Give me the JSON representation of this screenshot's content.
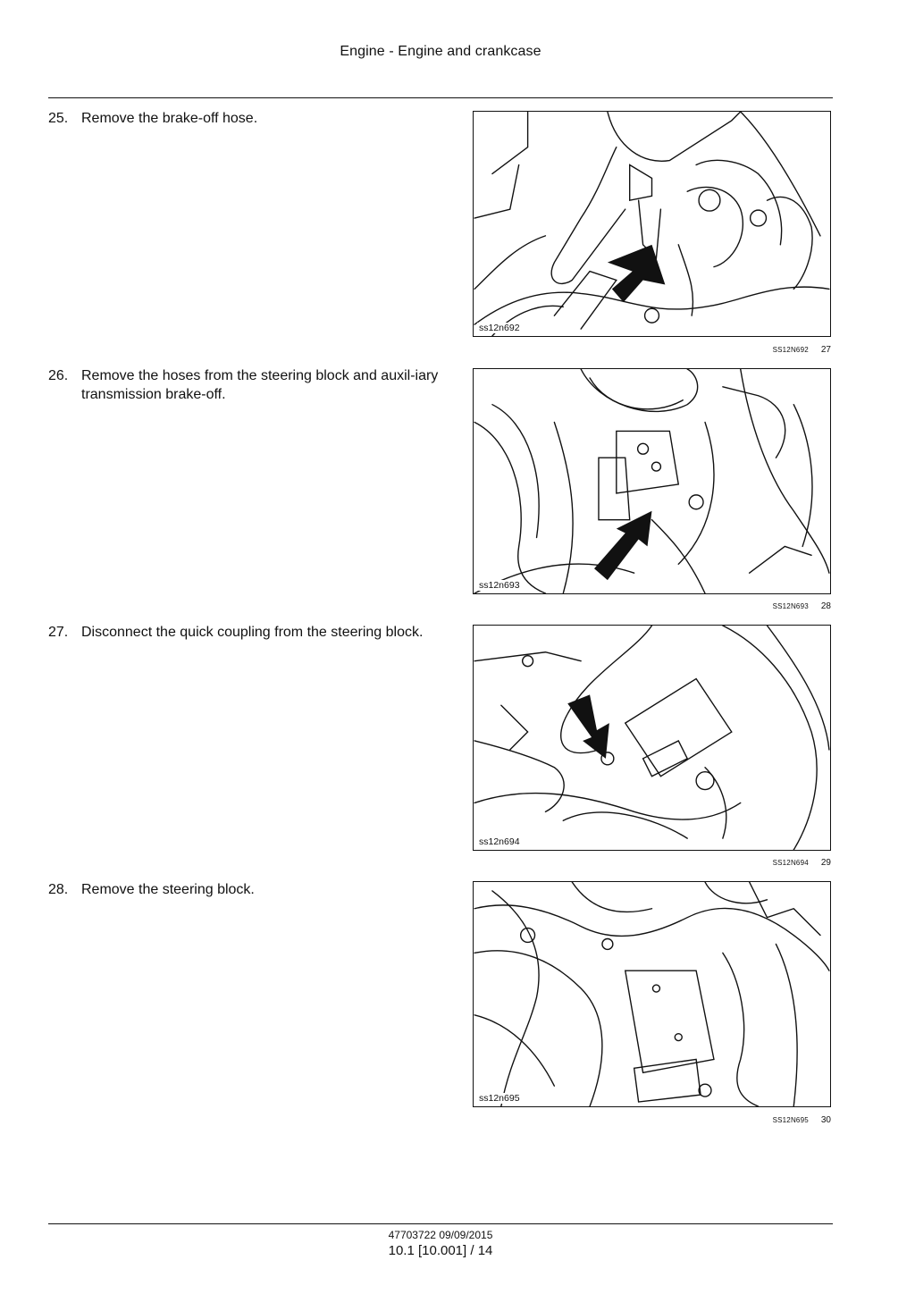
{
  "header": {
    "title": "Engine - Engine and crankcase"
  },
  "steps": [
    {
      "number": "25.",
      "text": "Remove the brake-off hose.",
      "image_tag": "ss12n692",
      "caption": "SS12N692",
      "figure_number": "27"
    },
    {
      "number": "26.",
      "text": "Remove the hoses from the steering block and auxil-­iary transmission brake-off.",
      "image_tag": "ss12n693",
      "caption": "SS12N693",
      "figure_number": "28"
    },
    {
      "number": "27.",
      "text": "Disconnect the quick coupling from the steering block.",
      "image_tag": "ss12n694",
      "caption": "SS12N694",
      "figure_number": "29"
    },
    {
      "number": "28.",
      "text": "Remove the steering block.",
      "image_tag": "ss12n695",
      "caption": "SS12N695",
      "figure_number": "30"
    }
  ],
  "footer": {
    "document": "47703722 09/09/2015",
    "page": "10.1 [10.001] / 14"
  },
  "colors": {
    "ink": "#111111",
    "paper": "#ffffff"
  }
}
